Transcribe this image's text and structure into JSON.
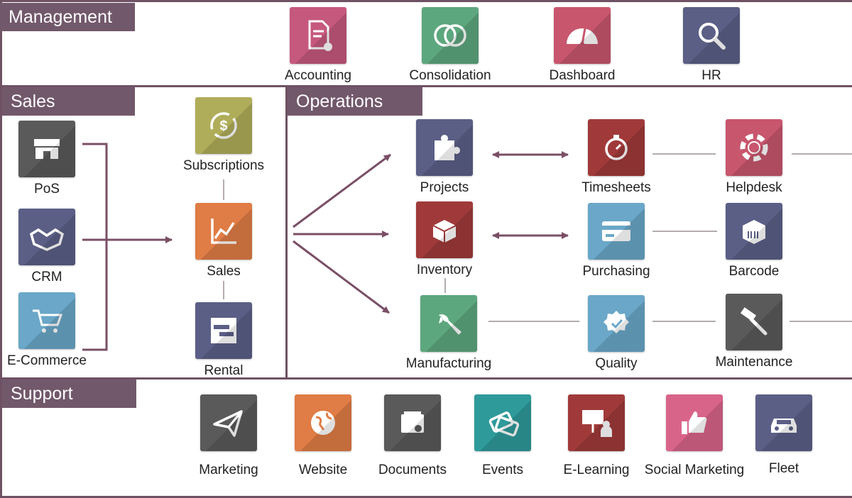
{
  "sections": {
    "management": "Management",
    "sales": "Sales",
    "operations": "Operations",
    "support": "Support"
  },
  "colors": {
    "frame": "#6e5264",
    "header": "#72586b",
    "arrow": "#7a4f66",
    "connector": "#9a8f95"
  },
  "management": {
    "accounting": {
      "label": "Accounting",
      "icon": "invoice-gear-icon",
      "color": "#c5587d"
    },
    "consolidation": {
      "label": "Consolidation",
      "icon": "overlapping-circles-icon",
      "color": "#5da77e"
    },
    "dashboard": {
      "label": "Dashboard",
      "icon": "speedometer-icon",
      "color": "#c8566d"
    },
    "hr": {
      "label": "HR",
      "icon": "magnifier-icon",
      "color": "#5b5f86"
    }
  },
  "sales": {
    "pos": {
      "label": "PoS",
      "icon": "storefront-icon",
      "color": "#5a5a5a"
    },
    "crm": {
      "label": "CRM",
      "icon": "handshake-icon",
      "color": "#5b5f86"
    },
    "ecommerce": {
      "label": "E-Commerce",
      "icon": "shopping-cart-icon",
      "color": "#6aa7c8"
    },
    "subscriptions": {
      "label": "Subscriptions",
      "icon": "dollar-cycle-icon",
      "color": "#b0ad5a"
    },
    "sales": {
      "label": "Sales",
      "icon": "trend-chart-icon",
      "color": "#e07c45"
    },
    "rental": {
      "label": "Rental",
      "icon": "schedule-grid-icon",
      "color": "#5b5f86"
    }
  },
  "operations": {
    "projects": {
      "label": "Projects",
      "icon": "puzzle-icon",
      "color": "#5b5f86"
    },
    "timesheets": {
      "label": "Timesheets",
      "icon": "stopwatch-icon",
      "color": "#a03a3a"
    },
    "helpdesk": {
      "label": "Helpdesk",
      "icon": "lifebuoy-icon",
      "color": "#c8566d"
    },
    "inventory": {
      "label": "Inventory",
      "icon": "open-box-icon",
      "color": "#a03a3a"
    },
    "purchasing": {
      "label": "Purchasing",
      "icon": "credit-card-icon",
      "color": "#6aa7c8"
    },
    "barcode": {
      "label": "Barcode",
      "icon": "barcode-box-icon",
      "color": "#5b5f86"
    },
    "manufacturing": {
      "label": "Manufacturing",
      "icon": "wrench-icon",
      "color": "#5da77e"
    },
    "quality": {
      "label": "Quality",
      "icon": "quality-seal-icon",
      "color": "#6aa7c8"
    },
    "maintenance": {
      "label": "Maintenance",
      "icon": "hammer-icon",
      "color": "#5a5a5a"
    }
  },
  "support": {
    "marketing": {
      "label": "Marketing",
      "icon": "paper-plane-icon",
      "color": "#5a5a5a"
    },
    "website": {
      "label": "Website",
      "icon": "globe-icon",
      "color": "#e07c45"
    },
    "documents": {
      "label": "Documents",
      "icon": "file-tray-icon",
      "color": "#5a5a5a"
    },
    "events": {
      "label": "Events",
      "icon": "event-tickets-icon",
      "color": "#2f9a9a"
    },
    "elearning": {
      "label": "E-Learning",
      "icon": "presenter-icon",
      "color": "#a03a3a"
    },
    "social_marketing": {
      "label": "Social Marketing",
      "icon": "thumbs-up-icon",
      "color": "#d9648a"
    },
    "fleet": {
      "label": "Fleet",
      "icon": "car-icon",
      "color": "#5b5f86"
    }
  }
}
